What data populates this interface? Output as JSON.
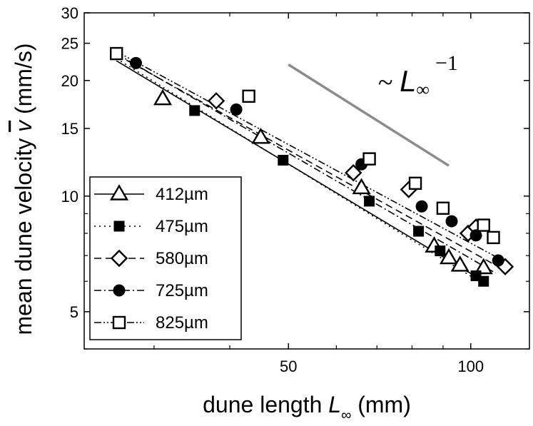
{
  "chart_data": {
    "type": "scatter",
    "title": "",
    "xlabel": "dune length",
    "xlabel_symbol": "L",
    "xlabel_sub": "∞",
    "xlabel_unit": "(mm)",
    "ylabel": "mean dune velocity",
    "ylabel_symbol": "v",
    "ylabel_unit": "(mm/s)",
    "xscale": "log",
    "yscale": "log",
    "xlim": [
      23,
      125
    ],
    "ylim": [
      4,
      30
    ],
    "x_ticks": [
      50,
      100
    ],
    "x_tick_labels": [
      "50",
      "100"
    ],
    "x_minor_ticks": [
      30,
      40,
      60,
      70,
      80,
      90
    ],
    "y_ticks": [
      5,
      10,
      15,
      20,
      25,
      30
    ],
    "y_tick_labels": [
      "5",
      "10",
      "15",
      "20",
      "25",
      "30"
    ],
    "y_minor_ticks": [
      4,
      6,
      7,
      8,
      9
    ],
    "grid": false,
    "legend_position": "bottom-left",
    "annotation": {
      "text_prefix": "~",
      "symbol": "L",
      "sub": "∞",
      "exponent": "−1",
      "reference_line": {
        "x": [
          50,
          92
        ],
        "y": [
          22,
          12
        ],
        "color": "#8c8c8c"
      }
    },
    "series": [
      {
        "name": "412µm",
        "marker": "triangle",
        "line": "solid",
        "x": [
          31,
          45,
          66,
          87,
          92,
          96,
          105
        ],
        "y": [
          17.9,
          14.2,
          10.5,
          7.4,
          6.9,
          6.6,
          6.5
        ],
        "fit": {
          "x": [
            26,
            106
          ],
          "y": [
            22.5,
            5.95
          ]
        }
      },
      {
        "name": "475µm",
        "marker": "filled-square",
        "line": "dotted",
        "x": [
          35,
          49,
          68,
          82,
          89,
          102,
          105
        ],
        "y": [
          16.7,
          12.4,
          9.7,
          8.1,
          7.2,
          6.2,
          6.0
        ],
        "fit": {
          "x": [
            26,
            106
          ],
          "y": [
            22.8,
            5.85
          ]
        }
      },
      {
        "name": "580µm",
        "marker": "diamond",
        "line": "dashed",
        "x": [
          38,
          64,
          79,
          99,
          102,
          114
        ],
        "y": [
          17.7,
          11.5,
          10.4,
          8.0,
          8.3,
          6.55
        ],
        "fit": {
          "x": [
            27,
            114
          ],
          "y": [
            22.6,
            6.4
          ]
        }
      },
      {
        "name": "725µm",
        "marker": "filled-circle",
        "line": "dashdot",
        "x": [
          28,
          41,
          66,
          83,
          93,
          102,
          111
        ],
        "y": [
          22.2,
          16.8,
          12.1,
          9.4,
          8.6,
          7.9,
          6.8
        ],
        "fit": {
          "x": [
            26,
            110
          ],
          "y": [
            23.5,
            6.3
          ]
        }
      },
      {
        "name": "825µm",
        "marker": "square",
        "line": "dashdotdot",
        "x": [
          26,
          43,
          68,
          81,
          90,
          105,
          109
        ],
        "y": [
          23.5,
          18.2,
          12.5,
          10.8,
          9.3,
          8.4,
          7.8
        ],
        "fit": {
          "x": [
            26,
            111
          ],
          "y": [
            23.8,
            6.9
          ]
        }
      }
    ]
  }
}
